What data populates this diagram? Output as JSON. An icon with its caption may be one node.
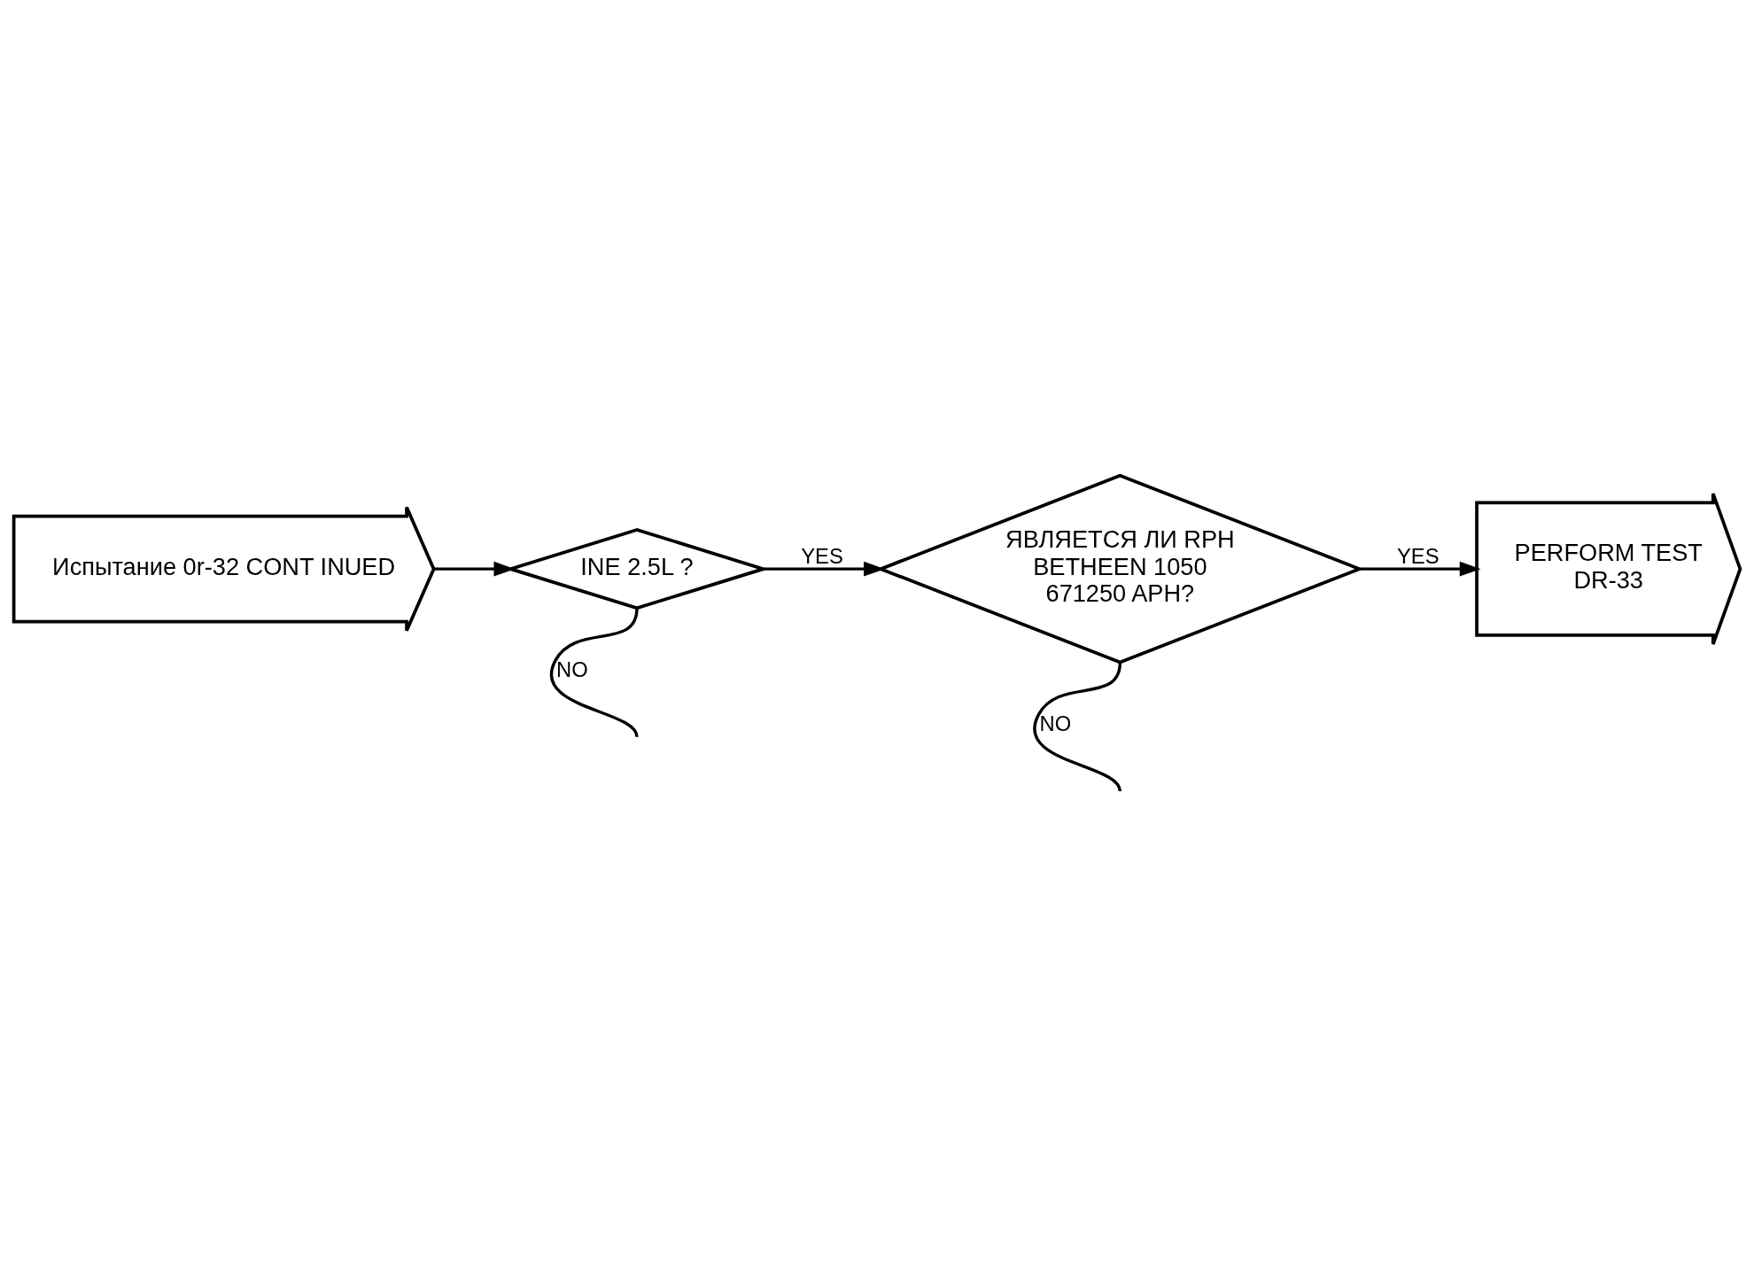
{
  "diagram": {
    "nodes": [
      {
        "text": [
          "Испытание 0r-32 CONT INUED"
        ]
      },
      {
        "text": [
          "INE 2.5L ?"
        ]
      },
      {
        "text": [
          "ЯВЛЯЕТСЯ ЛИ RPH BETHEEN 1050 671250 APH?"
        ]
      },
      {
        "text": [
          "PERFORM TEST DR-33"
        ]
      }
    ],
    "edges": [
      {
        "from": 0,
        "to": 1,
        "arrow": "to"
      },
      {
        "from": 1,
        "to": 2,
        "arrow": "to",
        "label": "YES"
      },
      {
        "from": 2,
        "to": 3,
        "arrow": "to",
        "label": "YES"
      },
      {
        "from": 1,
        "to": null,
        "arrow": "none",
        "label": "NO"
      },
      {
        "from": 2,
        "to": null,
        "arrow": "none",
        "label": "NO"
      }
    ]
  }
}
